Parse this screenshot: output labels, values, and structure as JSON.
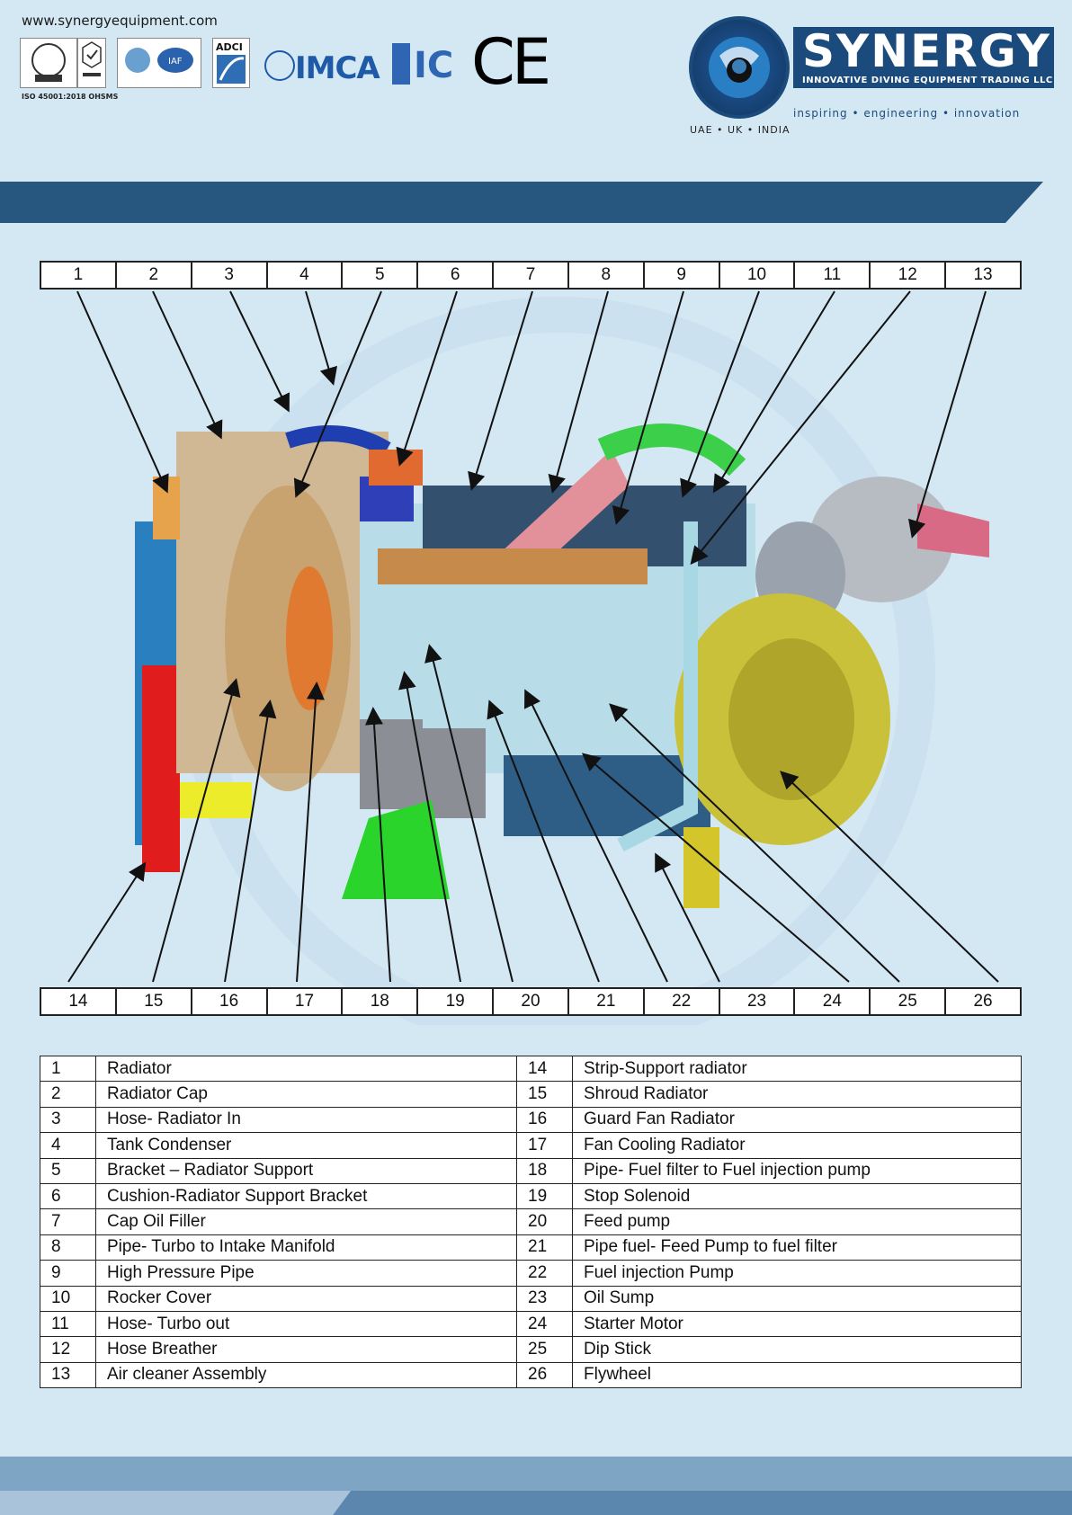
{
  "header": {
    "website": "www.synergyequipment.com",
    "cert_caption": "ISO 45001:2018 OHSMS",
    "cert_labels": [
      "ADCI",
      "IMCA",
      "IC",
      "CE"
    ],
    "brand_name": "SYNERGY",
    "brand_subtitle": "INNOVATIVE DIVING EQUIPMENT TRADING LLC",
    "brand_tagline": "inspiring • engineering • innovation",
    "regions": "UAE • UK • INDIA"
  },
  "diagram": {
    "top_numbers": [
      "1",
      "2",
      "3",
      "4",
      "5",
      "6",
      "7",
      "8",
      "9",
      "10",
      "11",
      "12",
      "13"
    ],
    "bottom_numbers": [
      "14",
      "15",
      "16",
      "17",
      "18",
      "19",
      "20",
      "21",
      "22",
      "23",
      "24",
      "25",
      "26"
    ]
  },
  "parts": [
    {
      "left_no": "1",
      "left_name": "Radiator",
      "right_no": "14",
      "right_name": "Strip-Support radiator"
    },
    {
      "left_no": "2",
      "left_name": "Radiator Cap",
      "right_no": "15",
      "right_name": "Shroud Radiator"
    },
    {
      "left_no": "3",
      "left_name": "Hose- Radiator In",
      "right_no": "16",
      "right_name": "Guard Fan  Radiator"
    },
    {
      "left_no": "4",
      "left_name": "Tank Condenser",
      "right_no": "17",
      "right_name": "Fan Cooling Radiator"
    },
    {
      "left_no": "5",
      "left_name": "Bracket – Radiator Support",
      "right_no": "18",
      "right_name": "Pipe- Fuel filter to Fuel injection pump"
    },
    {
      "left_no": "6",
      "left_name": "Cushion-Radiator Support Bracket",
      "right_no": "19",
      "right_name": "Stop Solenoid"
    },
    {
      "left_no": "7",
      "left_name": "Cap Oil Filler",
      "right_no": "20",
      "right_name": "Feed pump"
    },
    {
      "left_no": "8",
      "left_name": "Pipe- Turbo to Intake Manifold",
      "right_no": "21",
      "right_name": "Pipe fuel- Feed Pump to fuel filter"
    },
    {
      "left_no": "9",
      "left_name": "High Pressure Pipe",
      "right_no": "22",
      "right_name": "Fuel injection Pump"
    },
    {
      "left_no": "10",
      "left_name": "Rocker Cover",
      "right_no": "23",
      "right_name": "Oil Sump"
    },
    {
      "left_no": "11",
      "left_name": "Hose- Turbo out",
      "right_no": "24",
      "right_name": "Starter Motor"
    },
    {
      "left_no": "12",
      "left_name": "Hose Breather",
      "right_no": "25",
      "right_name": "Dip Stick"
    },
    {
      "left_no": "13",
      "left_name": "Air cleaner Assembly",
      "right_no": "26",
      "right_name": "Flywheel"
    }
  ],
  "colors": {
    "page_bg": "#d4e8f4",
    "brand_navy": "#1b4a7c",
    "band_blue": "#27577f"
  }
}
